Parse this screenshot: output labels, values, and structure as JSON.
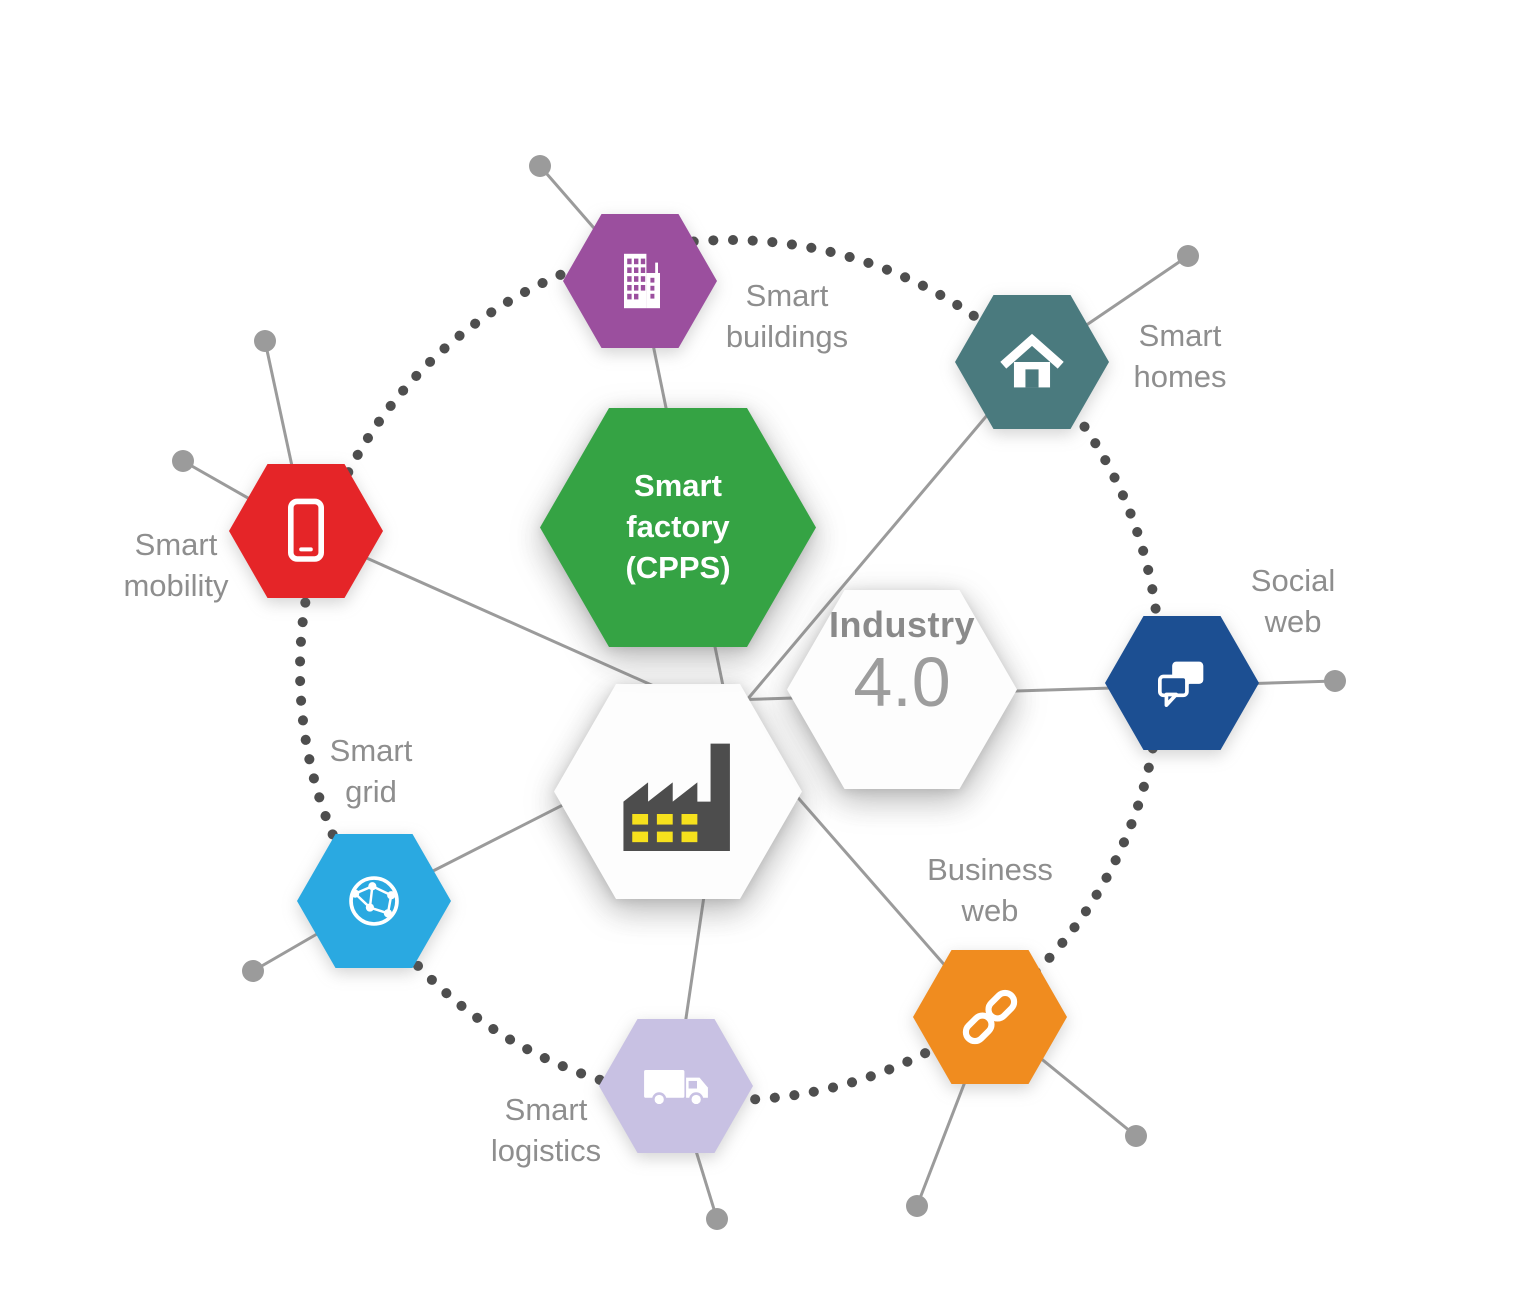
{
  "diagram_title": "Industry 4.0",
  "center": {
    "industry": {
      "label": "Industry",
      "version": "4.0",
      "label_color": "#8a8a8a",
      "version_color": "#9d9d9d",
      "bg": "#fdfdfd"
    },
    "factory_hex": {
      "bg": "#fdfdfd",
      "icon": "factory-icon",
      "body_color": "#4d4d4d",
      "window_color": "#f6e11d"
    },
    "smart_factory": {
      "label": "Smart\nfactory\n(CPPS)",
      "color": "#35a344",
      "text_color": "#ffffff"
    }
  },
  "nodes": [
    {
      "id": "smart-buildings",
      "label": "Smart\nbuildings",
      "color": "#9b4f9e",
      "icon": "building-icon"
    },
    {
      "id": "smart-homes",
      "label": "Smart\nhomes",
      "color": "#4a7a7e",
      "icon": "home-icon"
    },
    {
      "id": "smart-mobility",
      "label": "Smart\nmobility",
      "color": "#e52528",
      "icon": "smartphone-icon"
    },
    {
      "id": "social-web",
      "label": "Social\nweb",
      "color": "#1c4f92",
      "icon": "chat-bubbles-icon"
    },
    {
      "id": "smart-grid",
      "label": "Smart\ngrid",
      "color": "#2aa9e1",
      "icon": "network-globe-icon"
    },
    {
      "id": "smart-logistics",
      "label": "Smart\nlogistics",
      "color": "#c8c1e3",
      "icon": "truck-icon"
    },
    {
      "id": "business-web",
      "label": "Business\nweb",
      "color": "#f08c1f",
      "icon": "chain-link-icon"
    }
  ],
  "connectors": {
    "line_color": "#9b9b9b",
    "endpoint_dot_color": "#9b9b9b",
    "ring_dot_color": "#4e4e4e"
  },
  "label_color": "#8e8e8e"
}
